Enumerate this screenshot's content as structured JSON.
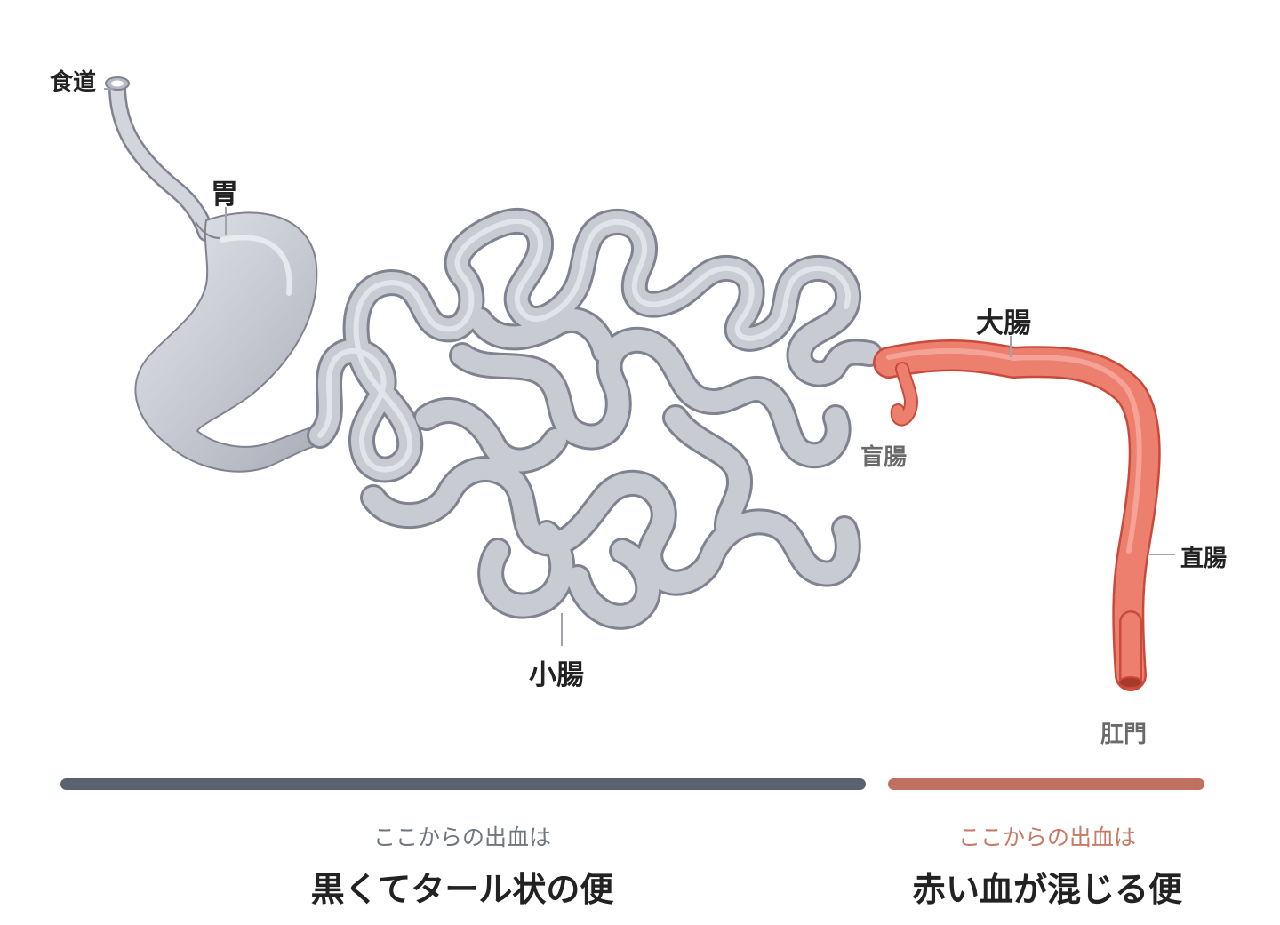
{
  "labels": {
    "esophagus": "食道",
    "stomach": "胃",
    "small_intestine": "小腸",
    "large_intestine": "大腸",
    "cecum": "盲腸",
    "rectum": "直腸",
    "anus": "肛門"
  },
  "upper": {
    "subtitle": "ここからの出血は",
    "result": "黒くてタール状の便"
  },
  "lower": {
    "subtitle": "ここからの出血は",
    "result": "赤い血が混じる便"
  },
  "colors": {
    "organ_gray": "#c9cbd3",
    "organ_outline": "#7f8290",
    "colon_red": "#ec7f6e",
    "colon_outline": "#c94a3a",
    "upper_bar": "#5a6270",
    "lower_bar": "#c0705e",
    "upper_subtitle": "#6f7682",
    "lower_subtitle": "#c87a66"
  }
}
